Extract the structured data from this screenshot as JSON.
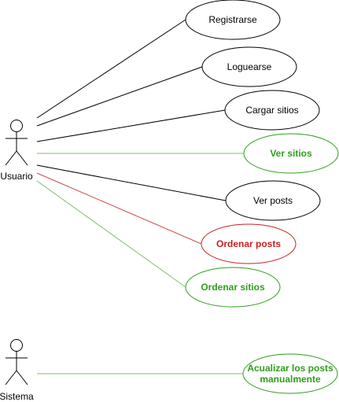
{
  "colors": {
    "default": "#000000",
    "green": "#2e9e1b",
    "red": "#cc1f1f",
    "green_line": "#7fbf6a",
    "red_line": "#c94a4a"
  },
  "actors": [
    {
      "id": "usuario",
      "label": "Usuario",
      "icon": "stick-figure-icon"
    },
    {
      "id": "sistema",
      "label": "Sistema",
      "icon": "stick-figure-icon"
    }
  ],
  "use_cases": [
    {
      "id": "registrarse",
      "label": "Registrarse",
      "status": "default"
    },
    {
      "id": "loguearse",
      "label": "Loguearse",
      "status": "default"
    },
    {
      "id": "cargar-sitios",
      "label": "Cargar sitios",
      "status": "default"
    },
    {
      "id": "ver-sitios",
      "label": "Ver sitios",
      "status": "green"
    },
    {
      "id": "ver-posts",
      "label": "Ver posts",
      "status": "default"
    },
    {
      "id": "ordenar-posts",
      "label": "Ordenar posts",
      "status": "red"
    },
    {
      "id": "ordenar-sitios",
      "label": "Ordenar sitios",
      "status": "green"
    },
    {
      "id": "actualizar-posts",
      "label": "Acualizar los posts\nmanualmente",
      "status": "green"
    }
  ],
  "associations": [
    {
      "from": "usuario",
      "to": "registrarse",
      "status": "default"
    },
    {
      "from": "usuario",
      "to": "loguearse",
      "status": "default"
    },
    {
      "from": "usuario",
      "to": "cargar-sitios",
      "status": "default"
    },
    {
      "from": "usuario",
      "to": "ver-sitios",
      "status": "green"
    },
    {
      "from": "usuario",
      "to": "ver-posts",
      "status": "default"
    },
    {
      "from": "usuario",
      "to": "ordenar-posts",
      "status": "red"
    },
    {
      "from": "usuario",
      "to": "ordenar-sitios",
      "status": "green"
    },
    {
      "from": "sistema",
      "to": "actualizar-posts",
      "status": "green"
    }
  ]
}
